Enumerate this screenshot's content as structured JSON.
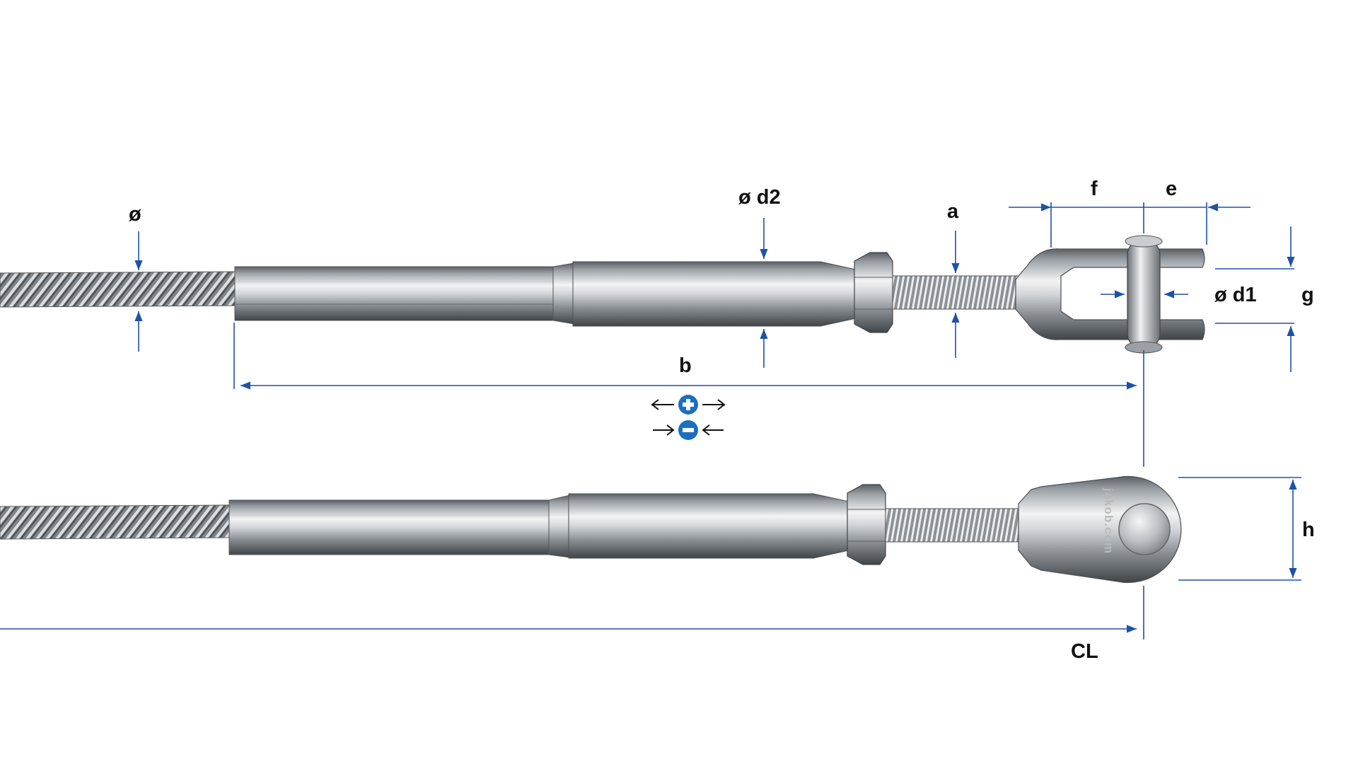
{
  "labels": {
    "diameter": "ø",
    "d2": "ø d2",
    "a": "a",
    "f": "f",
    "e": "e",
    "d1": "ø d1",
    "g": "g",
    "b": "b",
    "h": "h",
    "cl": "CL"
  },
  "logo": "jakob.com",
  "icons": {
    "adjust": "plus-minus-adjust-icon"
  },
  "colors": {
    "dimension": "#1d52a8",
    "adjust_icon": "#1a6fc1",
    "steel_dark": "#5a5f64",
    "steel_light": "#f2f3f4"
  }
}
